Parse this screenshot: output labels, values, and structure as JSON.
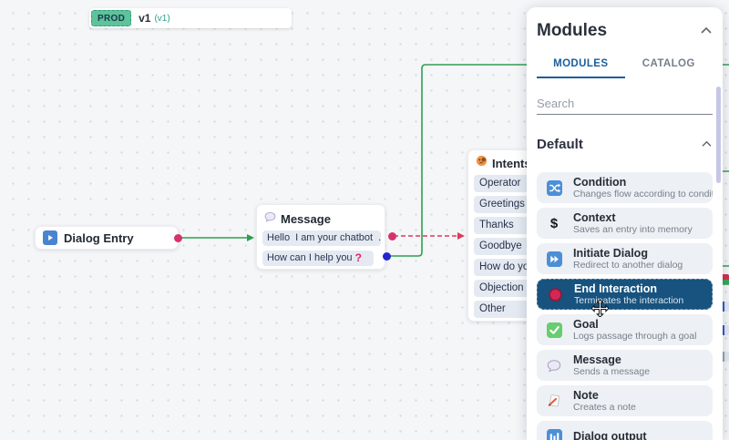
{
  "version_badge": {
    "environment": "PROD",
    "version": "v1",
    "version_ref": "(v1)"
  },
  "canvas": {
    "dialog_entry": {
      "title": "Dialog Entry"
    },
    "message_node": {
      "title": "Message",
      "row1_part1": "Hello",
      "row1_part2": "I am your chatbot",
      "row1_ellipsis": "...",
      "row2_text": "How can I help you",
      "row2_mark": "?"
    },
    "intents_node": {
      "title": "Intents",
      "rows": [
        "Operator",
        "Greetings",
        "Thanks",
        "Goodbye",
        "How do you",
        "Objection",
        "Other"
      ]
    }
  },
  "modules_panel": {
    "title": "Modules",
    "tabs": [
      {
        "label": "MODULES",
        "active": true
      },
      {
        "label": "CATALOG",
        "active": false
      }
    ],
    "search_placeholder": "Search",
    "section_title": "Default",
    "items": [
      {
        "name": "Condition",
        "description": "Changes flow according to condition",
        "icon": "shuffle-icon",
        "selected": false
      },
      {
        "name": "Context",
        "description": "Saves an entry into memory",
        "icon": "dollar-icon",
        "selected": false
      },
      {
        "name": "Initiate Dialog",
        "description": "Redirect to another dialog",
        "icon": "fast-forward-icon",
        "selected": false
      },
      {
        "name": "End Interaction",
        "description": "Terminates the interaction",
        "icon": "stop-circle-icon",
        "selected": true
      },
      {
        "name": "Goal",
        "description": "Logs passage through a goal",
        "icon": "check-icon",
        "selected": false
      },
      {
        "name": "Message",
        "description": "Sends a message",
        "icon": "speech-balloon-icon",
        "selected": false
      },
      {
        "name": "Note",
        "description": "Creates a note",
        "icon": "note-icon",
        "selected": false
      },
      {
        "name": "Dialog output",
        "description": "",
        "icon": "output-icon",
        "selected": false
      }
    ]
  },
  "colors": {
    "edge_green": "#2f9e50",
    "edge_red": "#dc3a5e",
    "port_pink": "#d6336c",
    "port_blue": "#2525d0",
    "accent_blue": "#1c5d99",
    "selected_item_bg": "#17537e",
    "prod_badge_bg": "#5ec39a",
    "canvas_bg": "#f5f6f8"
  }
}
